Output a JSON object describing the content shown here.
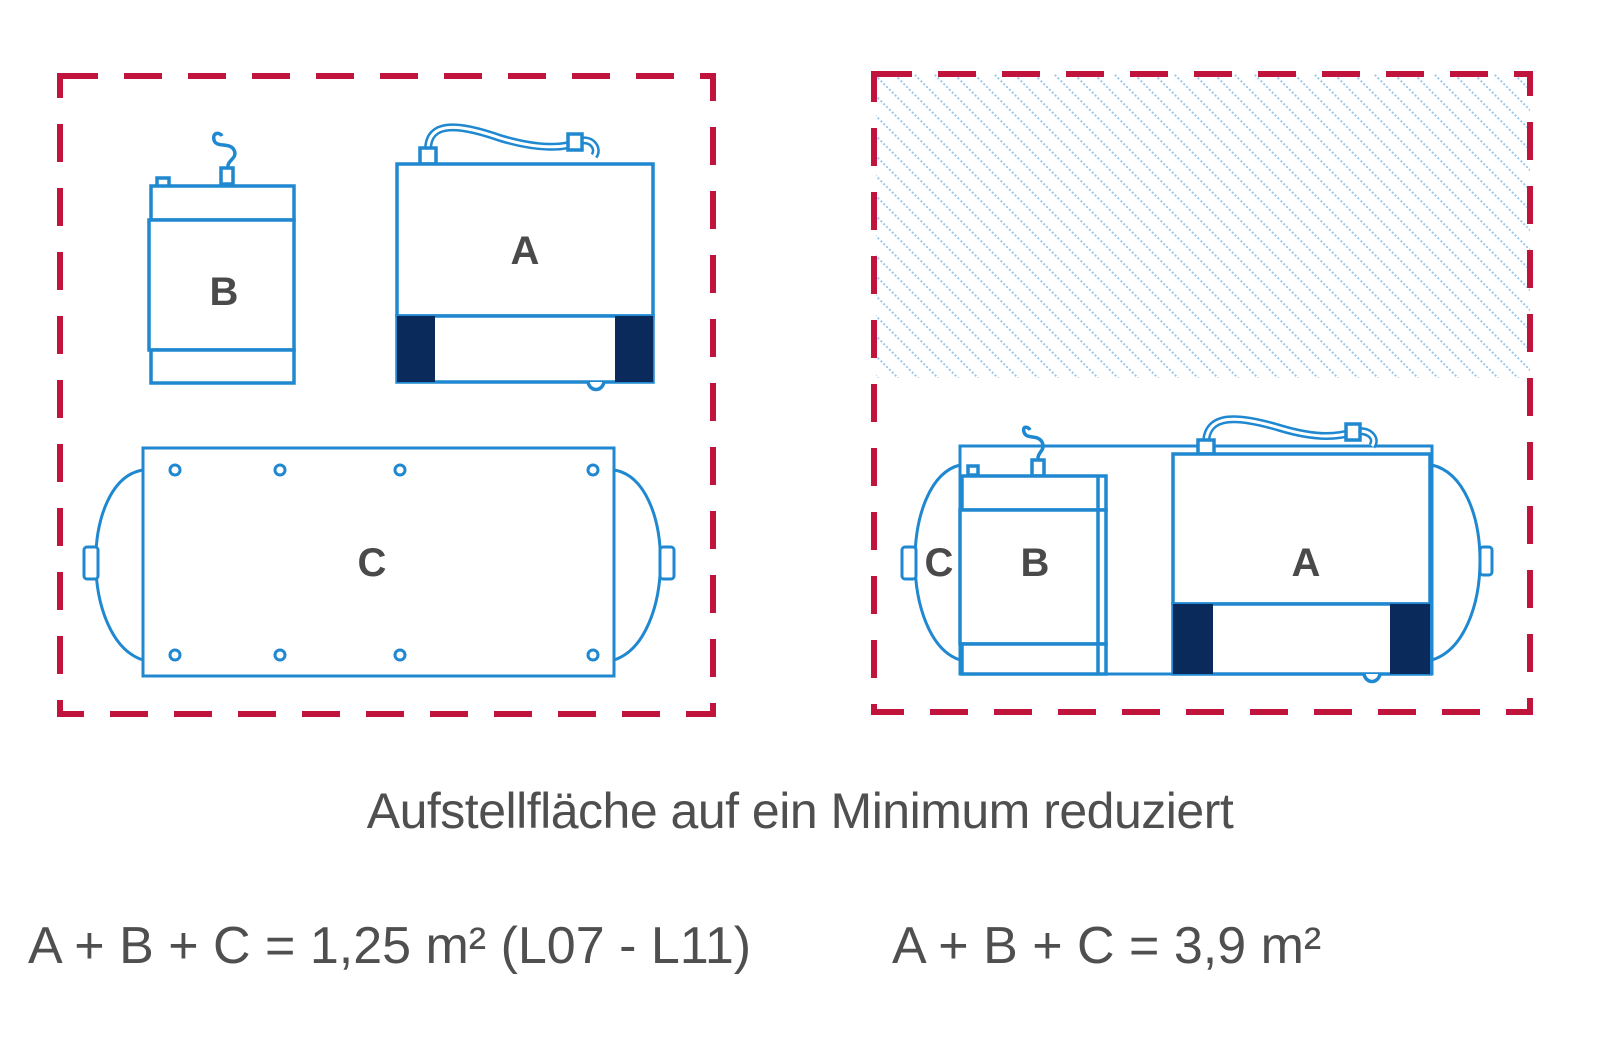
{
  "labels": {
    "left": {
      "a": "A",
      "b": "B",
      "c": "C"
    },
    "right": {
      "a": "A",
      "b": "B",
      "c": "C"
    }
  },
  "caption": "Aufstellfläche auf ein Minimum reduziert",
  "formulas": {
    "left": "A + B + C = 1,25 m² (L07 - L11)",
    "right": "A + B + C = 3,9 m²"
  },
  "colors": {
    "outline": "#1f88d0",
    "boundary": "#c0143c",
    "foot": "#0a2a5c",
    "hatch": "#9cc8ea",
    "text": "#4a4a4a"
  }
}
